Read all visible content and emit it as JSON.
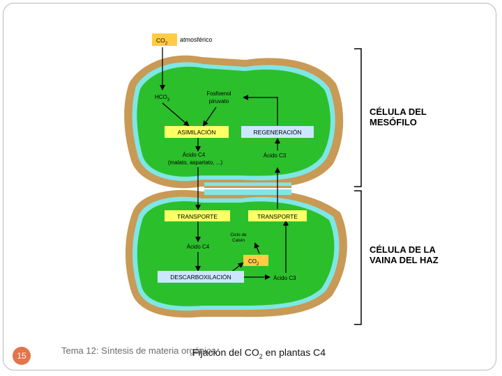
{
  "diagram": {
    "co2_top_badge": "CO",
    "co2_top_sub": "2",
    "atmospheric": "atmosférico",
    "hco3": "HCO",
    "hco3_sub": "3",
    "pep_line1": "Fosfoenol",
    "pep_line2": "piruvato",
    "assimilation": "ASIMILACIÓN",
    "regeneration": "REGENERACIÓN",
    "c4_acid_line1": "Ácido C4",
    "c4_acid_line2": "(malato, aspartato, ...)",
    "c3_acid_top": "Ácido C3",
    "transport_left": "TRANSPORTE",
    "transport_right": "TRANSPORTE",
    "calvin_line1": "Ciclo de",
    "calvin_line2": "Calvin",
    "c4_acid_lower": "Ácido C4",
    "co2_lower_badge": "CO",
    "co2_lower_sub": "2",
    "decarboxylation": "DESCARBOXILACIÓN",
    "c3_acid_lower": "Ácido C3",
    "mesophyll_line1": "CÉLULA DEL",
    "mesophyll_line2": "MESÓFILO",
    "bundle_line1": "CÉLULA DE LA",
    "bundle_line2": "VAINA DEL HAZ"
  },
  "footer": {
    "page_number": "15",
    "topic": "Tema 12: Síntesis de materia orgánica",
    "caption_pre": "Fijación del CO",
    "caption_sub": "2",
    "caption_post": " en plantas C4"
  },
  "colors": {
    "cell_green": "#2cbf2c",
    "membrane_tan": "#c89a55",
    "membrane_cyan": "#7fe6e6",
    "box_yellow": "#ffff66",
    "box_blue": "#cce6ff",
    "badge_orange": "#ffcc44",
    "page_badge": "#e2754a"
  }
}
